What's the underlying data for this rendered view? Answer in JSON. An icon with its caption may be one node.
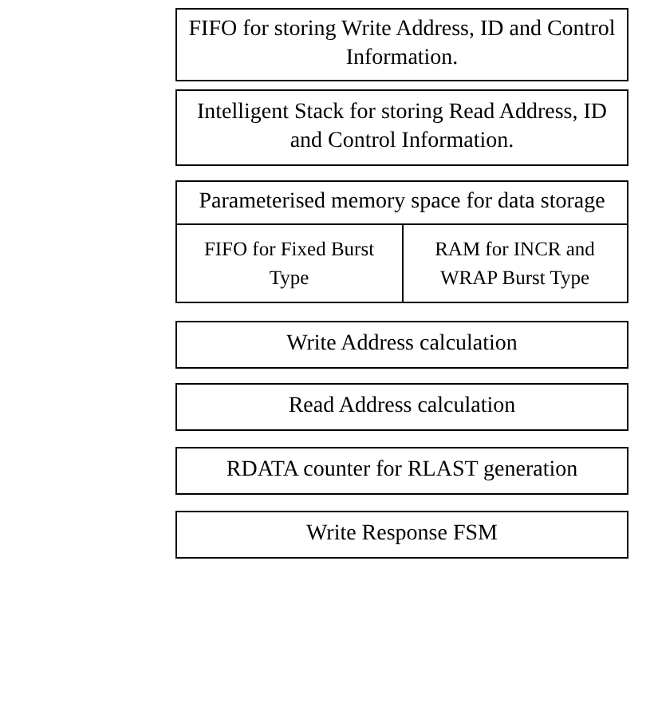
{
  "diagram": {
    "nodes": [
      {
        "text": [
          "FIFO for storing Write Address, ID and Control Information."
        ]
      },
      {
        "text": [
          "Intelligent Stack for storing Read Address, ID and Control Information."
        ]
      },
      {
        "text": [
          "Parameterised memory space for data storage"
        ]
      },
      {
        "text": [
          "FIFO for Fixed Burst Type"
        ],
        "in": 2
      },
      {
        "text": [
          "RAM for INCR and WRAP Burst Type"
        ],
        "in": 2
      },
      {
        "text": [
          "Write Address calculation"
        ]
      },
      {
        "text": [
          "Read Address calculation"
        ]
      },
      {
        "text": [
          "RDATA counter for RLAST generation"
        ]
      },
      {
        "text": [
          "Write Response FSM"
        ]
      }
    ]
  }
}
